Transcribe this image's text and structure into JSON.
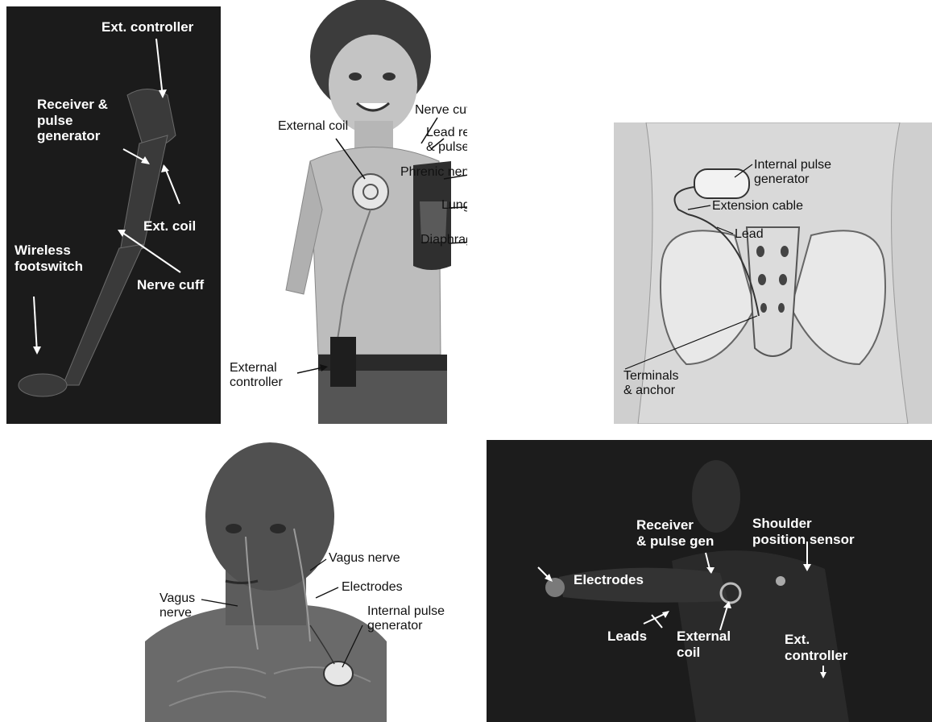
{
  "panels": {
    "arm": {
      "labels": {
        "ext_controller": "Ext. controller",
        "receiver": "Receiver &\npulse\ngenerator",
        "ext_coil": "Ext. coil",
        "wireless": "Wireless\nfootswitch",
        "nerve_cuff": "Nerve cuff"
      }
    },
    "child": {
      "labels": {
        "nerve_cuff": "Nerve cuff",
        "external_coil": "External coil",
        "lead_receiver": "Lead receiver\n& pulse gen",
        "phrenic": "Phrenic nerve",
        "lung": "Lung",
        "diaphragm": "Diaphragm",
        "external_controller": "External\ncontroller"
      }
    },
    "pelvis": {
      "labels": {
        "internal_pulse": "Internal pulse\ngenerator",
        "extension_cable": "Extension cable",
        "lead": "Lead",
        "terminals": "Terminals\n& anchor"
      }
    },
    "head": {
      "labels": {
        "vagus_right": "Vagus nerve",
        "electrodes": "Electrodes",
        "vagus_left": "Vagus\nnerve",
        "internal_pulse": "Internal pulse\ngenerator"
      }
    },
    "shoulder": {
      "labels": {
        "receiver": "Receiver\n& pulse gen",
        "shoulder_sensor": "Shoulder\nposition sensor",
        "electrodes": "Electrodes",
        "leads": "Leads",
        "external_coil": "External\ncoil",
        "ext_controller": "Ext.\ncontroller"
      }
    }
  }
}
